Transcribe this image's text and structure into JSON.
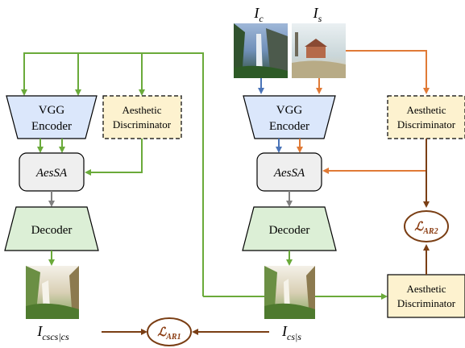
{
  "labels": {
    "vgg_line1": "VGG",
    "vgg_line2": "Encoder",
    "disc_line1": "Aesthetic",
    "disc_line2": "Discriminator",
    "aessa": "AesSA",
    "decoder": "Decoder",
    "loss_ar1": "ℒ",
    "loss_ar1_sub": "AR1",
    "loss_ar2": "ℒ",
    "loss_ar2_sub": "AR2",
    "i_c": "I",
    "i_c_sub": "c",
    "i_s": "I",
    "i_s_sub": "s",
    "i_cscs": "I",
    "i_cscs_sub": "cscs|cs",
    "i_css": "I",
    "i_css_sub": "cs|s"
  },
  "colors": {
    "green_arrow": "#6aaa3a",
    "blue_arrow": "#4a74b8",
    "orange_arrow": "#e07a36",
    "brown_arrow": "#7a3e14",
    "gray_arrow": "#808080",
    "vgg_fill": "#dbe7fb",
    "decoder_fill": "#dcefd6",
    "disc_fill": "#fdf2cf",
    "aessa_fill": "#efefef"
  }
}
